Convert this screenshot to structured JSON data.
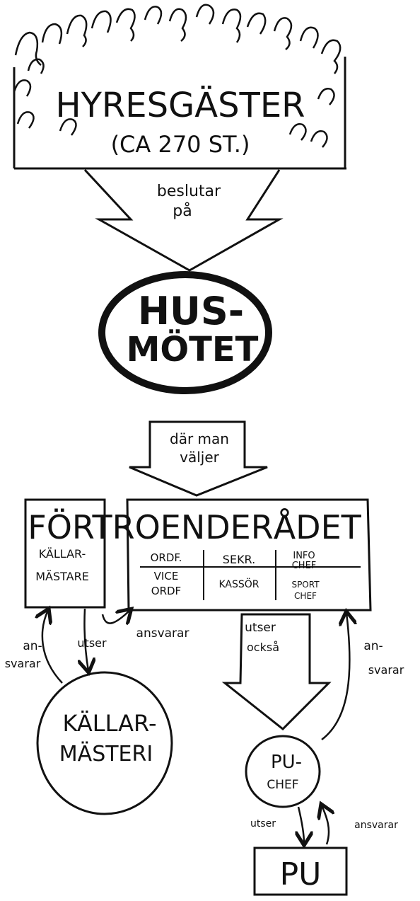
{
  "tenants": {
    "title": "HYRESGÄSTER",
    "count": "(CA 270 ST.)"
  },
  "arrow_decides": {
    "line1": "beslutar",
    "line2": "på"
  },
  "meeting": {
    "line1": "HUS-",
    "line2": "MÖTET"
  },
  "arrow_elect": {
    "line1": "där man",
    "line2": "väljer"
  },
  "council": {
    "title": "FÖRTROENDERÅDET",
    "cellarmaster_role": {
      "line1": "KÄLLAR-",
      "line2": "MÄSTARE"
    },
    "roles": {
      "ordf": "ORDF.",
      "vice_line1": "VICE",
      "vice_line2": "ORDF",
      "sekr": "SEKR.",
      "kassor": "KASSÖR",
      "info_line1": "INFO",
      "info_line2": "CHEF",
      "sport_line1": "SPORT",
      "sport_line2": "CHEF"
    }
  },
  "labels": {
    "ansvarar_left_1": "an-",
    "ansvarar_left_2": "svarar",
    "utser_left": "utser",
    "ansvarar_mid": "ansvarar",
    "utser_ocksa_1": "utser",
    "utser_ocksa_2": "också",
    "ansvarar_right_1": "an-",
    "ansvarar_right_2": "svarar",
    "utser_bottom": "utser",
    "ansvarar_bottom": "ansvarar"
  },
  "cellar": {
    "line1": "KÄLLAR-",
    "line2": "MÄSTERI"
  },
  "pu_chief": {
    "line1": "PU-",
    "line2": "CHEF"
  },
  "pu": {
    "label": "PU"
  }
}
